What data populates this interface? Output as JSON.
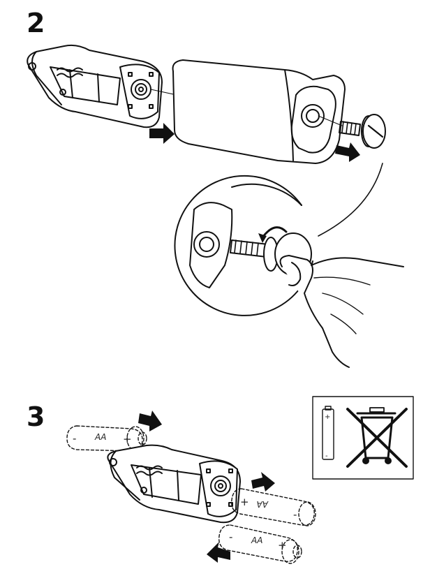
{
  "steps": [
    {
      "number": "2"
    },
    {
      "number": "3"
    }
  ],
  "battery_label": "AA",
  "plus_sign": "+",
  "minus_sign": "-",
  "colors": {
    "ink": "#111111",
    "background": "#ffffff"
  },
  "icons": [
    "arrow-icon",
    "rotate-arrow-icon",
    "battery-icon",
    "crossed-out-bin-icon"
  ]
}
